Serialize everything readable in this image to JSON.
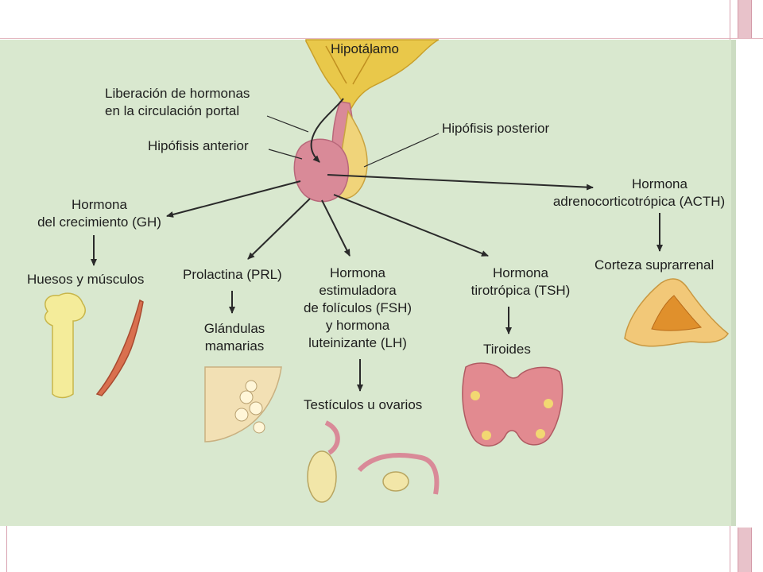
{
  "labels": {
    "hipotalamo": "Hipotálamo",
    "liberacion_1": "Liberación de hormonas",
    "liberacion_2": "en la circulación portal",
    "hipofisis_anterior": "Hipófisis anterior",
    "hipofisis_posterior": "Hipófisis posterior",
    "gh_1": "Hormona",
    "gh_2": "del crecimiento (GH)",
    "gh_target": "Huesos y músculos",
    "prl": "Prolactina (PRL)",
    "prl_target_1": "Glándulas",
    "prl_target_2": "mamarias",
    "fsh_1": "Hormona",
    "fsh_2": "estimuladora",
    "fsh_3": "de folículos (FSH)",
    "fsh_4": "y hormona",
    "fsh_5": "luteinizante (LH)",
    "fsh_target": "Testículos u ovarios",
    "tsh_1": "Hormona",
    "tsh_2": "tirotrópica (TSH)",
    "tsh_target": "Tiroides",
    "acth_1": "Hormona",
    "acth_2": "adrenocorticotrópica (ACTH)",
    "acth_target": "Corteza suprarrenal"
  },
  "colors": {
    "figure_bg": "#d9e8cf",
    "hypothalamus": "#e9c84a",
    "anterior_pituitary": "#d98a98",
    "posterior_pituitary": "#f0d47a",
    "arrow": "#2a2a2a",
    "slide_border": "#d9a3b0"
  }
}
